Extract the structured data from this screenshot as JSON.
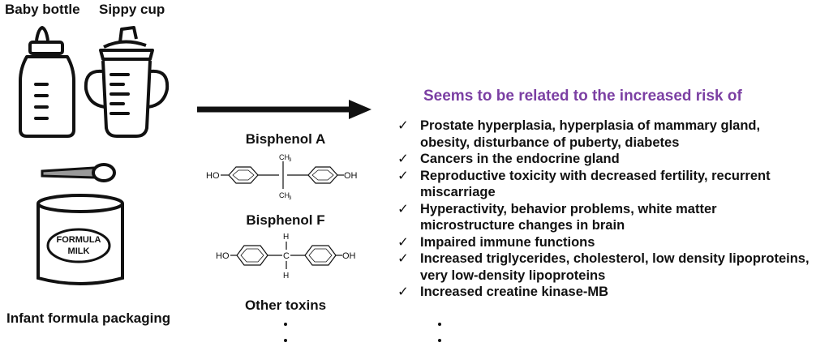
{
  "containers": {
    "baby_bottle": "Baby bottle",
    "sippy_cup": "Sippy cup",
    "formula_can_text_line1": "FORMULA",
    "formula_can_text_line2": "MILK",
    "infant_formula": "Infant formula packaging"
  },
  "chemicals": {
    "bpa": {
      "name": "Bisphenol A",
      "ho_left": "HO",
      "oh_right": "OH",
      "ch3": "CH",
      "sub3": "3"
    },
    "bpf": {
      "name": "Bisphenol F",
      "ho_left": "HO",
      "oh_right": "OH",
      "h": "H",
      "c": "C"
    },
    "other": "Other toxins"
  },
  "risks": {
    "heading": "Seems to be related to the increased risk of",
    "items": [
      [
        "Prostate hyperplasia, hyperplasia of mammary gland,",
        "obesity, disturbance of puberty, diabetes"
      ],
      [
        "Cancers in the endocrine gland"
      ],
      [
        "Reproductive toxicity with decreased fertility, recurrent",
        "miscarriage"
      ],
      [
        "Hyperactivity, behavior problems, white matter",
        "microstructure changes in brain"
      ],
      [
        "Impaired immune functions"
      ],
      [
        "Increased triglycerides, cholesterol, low density lipoproteins,",
        "very low-density lipoproteins"
      ],
      [
        "Increased creatine kinase-MB"
      ]
    ],
    "check": "✓"
  }
}
